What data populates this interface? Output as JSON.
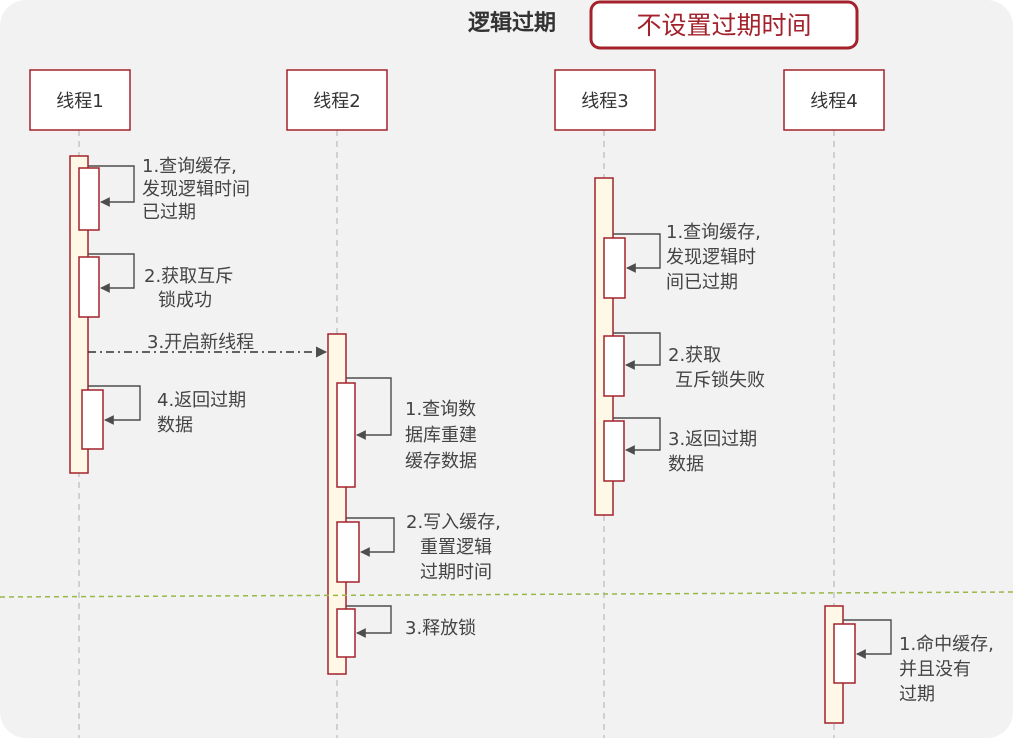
{
  "title": "逻辑过期",
  "badge": "不设置过期时间",
  "threads": [
    "线程1",
    "线程2",
    "线程3",
    "线程4"
  ],
  "notes": {
    "t1_s1": [
      "1.查询缓存,",
      "发现逻辑时间",
      "已过期"
    ],
    "t1_s2": [
      "2.获取互斥",
      "锁成功"
    ],
    "t1_s3": [
      "3.开启新线程"
    ],
    "t1_s4": [
      "4.返回过期",
      "数据"
    ],
    "t2_s1": [
      "1.查询数",
      "据库重建",
      "缓存数据"
    ],
    "t2_s2": [
      "2.写入缓存,",
      "重置逻辑",
      "过期时间"
    ],
    "t2_s3": [
      "3.释放锁"
    ],
    "t3_s1": [
      "1.查询缓存,",
      "发现逻辑时",
      "间已过期"
    ],
    "t3_s2": [
      "2.获取",
      "互斥锁失败"
    ],
    "t3_s3": [
      "3.返回过期",
      "数据"
    ],
    "t4_s1": [
      "1.命中缓存,",
      "并且没有",
      "过期"
    ]
  },
  "colors": {
    "accent": "#a3222b",
    "bar_fill": "#fff8e6",
    "arrow": "#4d4d4d",
    "divider": "#9ab84a",
    "lifeline": "#bbbbbb"
  }
}
